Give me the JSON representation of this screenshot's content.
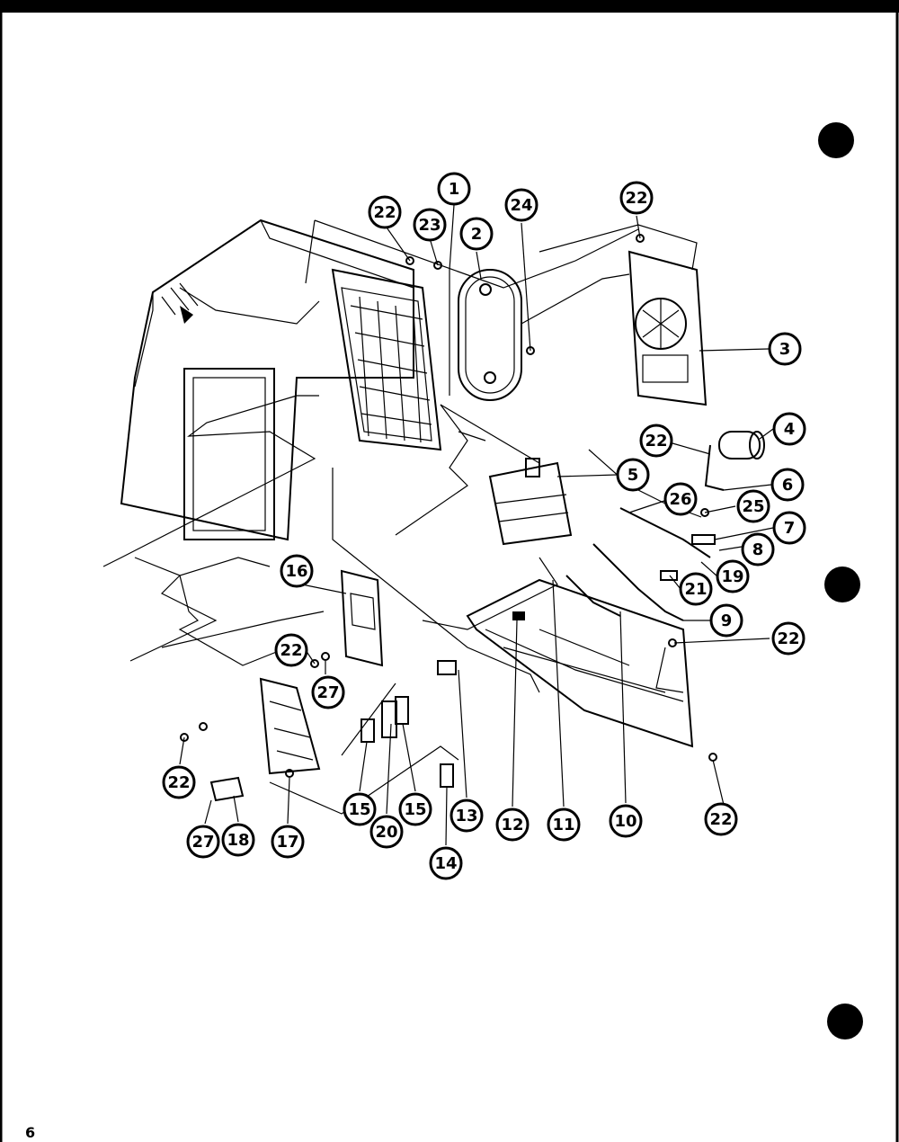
{
  "page_number": "6",
  "callouts": [
    "1",
    "2",
    "3",
    "4",
    "5",
    "6",
    "7",
    "8",
    "9",
    "10",
    "11",
    "12",
    "13",
    "14",
    "15",
    "15",
    "16",
    "17",
    "18",
    "19",
    "20",
    "21",
    "22",
    "22",
    "22",
    "22",
    "22",
    "22",
    "22",
    "23",
    "24",
    "25",
    "26",
    "27",
    "27"
  ]
}
